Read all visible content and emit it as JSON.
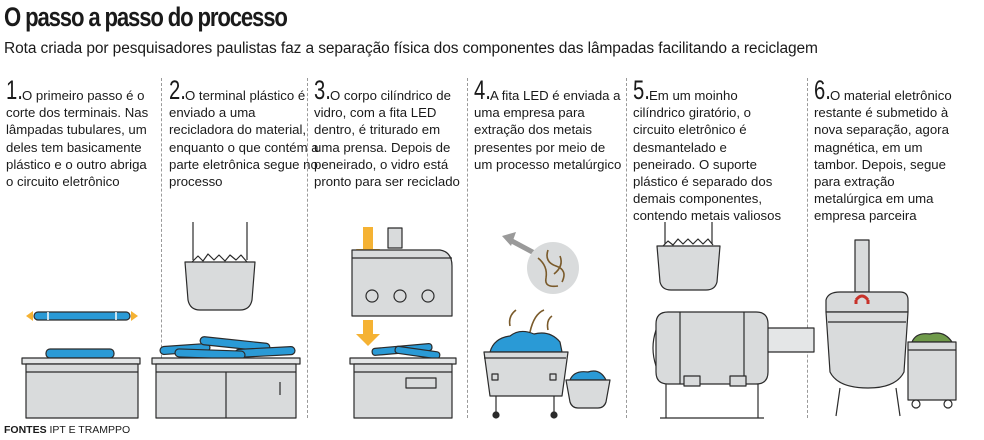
{
  "header": {
    "title": "O passo a passo do processo",
    "subtitle": "Rota criada por pesquisadores paulistas faz a separação física dos componentes das lâmpadas facilitando a reciclagem"
  },
  "steps": [
    {
      "number": "1.",
      "text": "O primeiro passo é o corte dos terminais. Nas lâmpadas tubulares, um deles tem basicamente plástico e o outro abriga o circuito eletrônico"
    },
    {
      "number": "2.",
      "text": "O terminal plástico é enviado a uma recicladora do material, enquanto o que contém a parte eletrônica segue no processo"
    },
    {
      "number": "3.",
      "text": "O corpo cilíndrico de vidro, com a fita LED dentro, é triturado em uma prensa. Depois de peneirado, o vidro está pronto para ser reciclado"
    },
    {
      "number": "4.",
      "text": "A fita LED é enviada a uma empresa para extração dos metais presentes por meio de um processo metalúrgico"
    },
    {
      "number": "5.",
      "text": "Em um moinho cilíndrico giratório, o circuito eletrônico é desmantelado e peneirado. O suporte plástico é separado dos demais componentes, contendo metais valiosos"
    },
    {
      "number": "6.",
      "text": "O material eletrônico restante é submetido à nova separação, agora magnética, em um tambor. Depois, segue para extração metalúrgica em uma empresa parceira"
    }
  ],
  "footer": {
    "sources_label": "FONTES",
    "sources_text": "IPT E TRAMPPO"
  },
  "colors": {
    "accent_blue": "#2a9ad6",
    "accent_orange": "#f5b233",
    "machine_gray": "#d9dbdc",
    "outline": "#2b2b2b",
    "magnet_red": "#c8322a",
    "residue_green": "#6f9a4a"
  }
}
